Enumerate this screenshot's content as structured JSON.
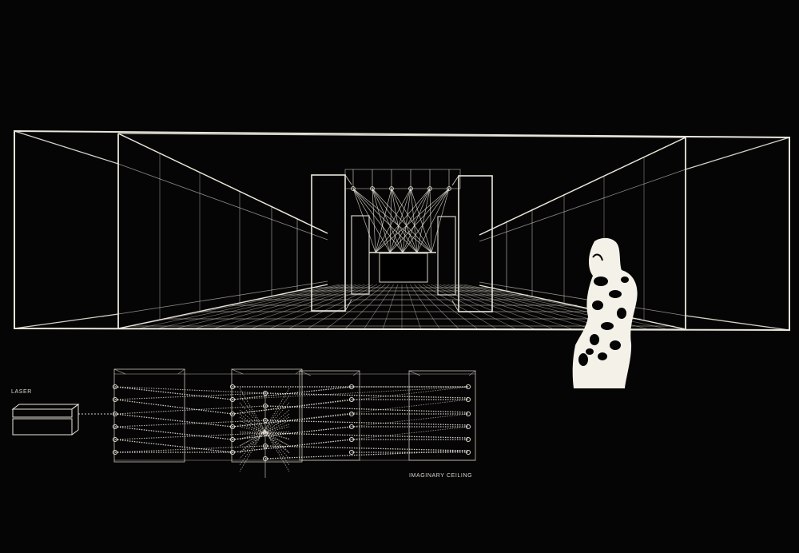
{
  "labels": {
    "laser": "LASER",
    "ceiling": "IMAGINARY CEILING"
  },
  "colors": {
    "background": "#060505",
    "line": "#e9e6da",
    "figure": "#f4f1e8"
  },
  "content": {
    "perspective_view": "corridor perspective with laser beams",
    "laser_diagram": "laser beams reflected between mirror frames"
  }
}
